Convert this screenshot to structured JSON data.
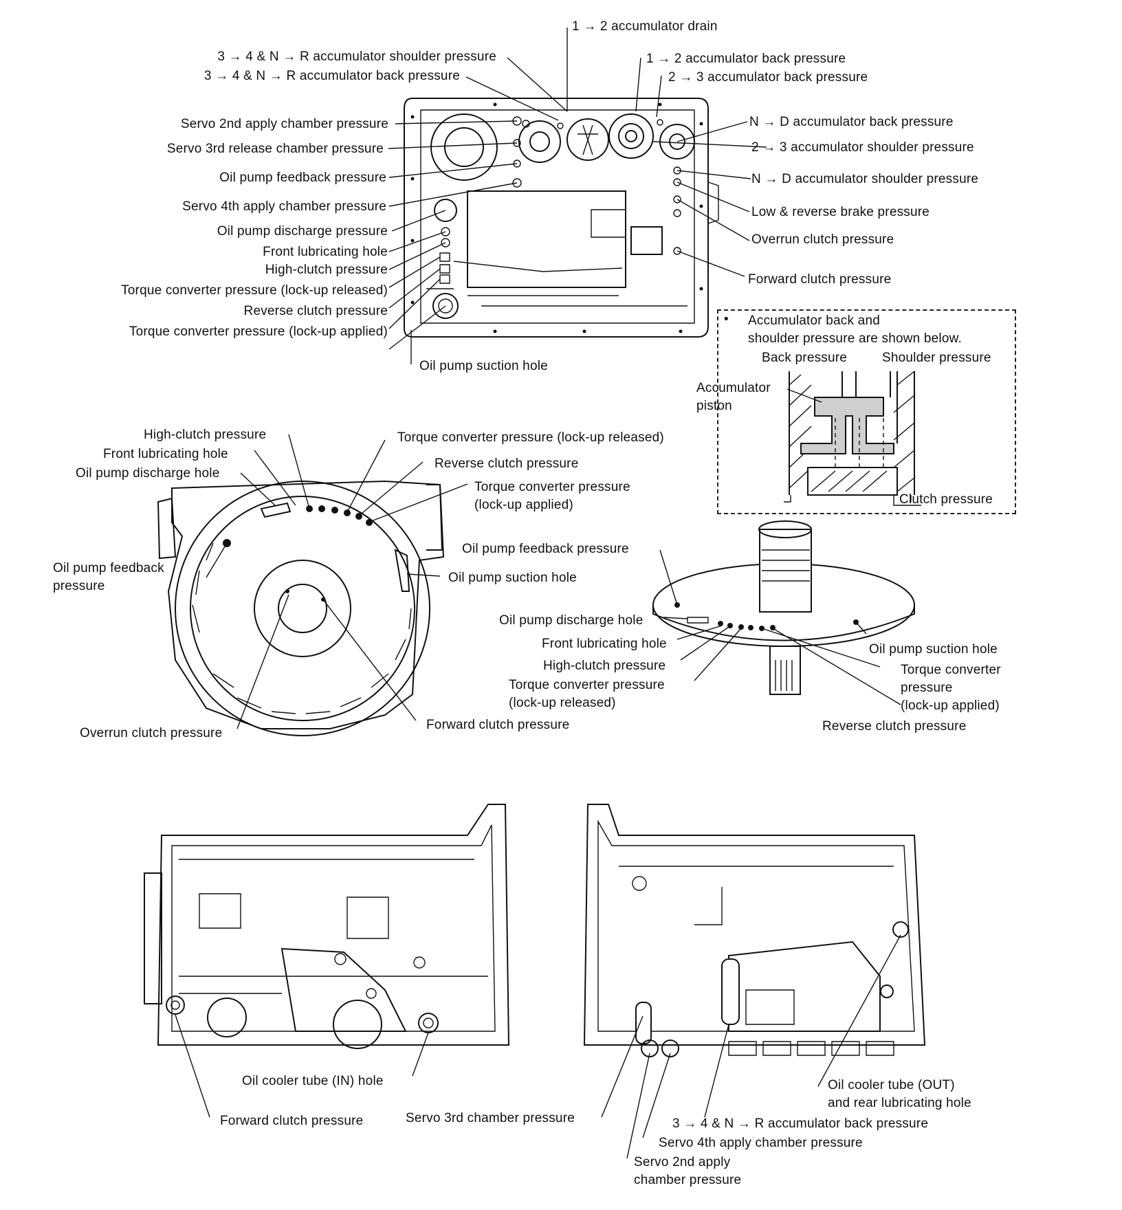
{
  "valve_body_labels": {
    "acc_1_2_drain": "1 → 2 accumulator drain",
    "acc_34nr_shoulder": "3 → 4 & N → R accumulator shoulder pressure",
    "acc_34nr_back": "3 → 4 & N → R accumulator back pressure",
    "acc_1_2_back": "1 → 2 accumulator back pressure",
    "acc_2_3_back": "2 → 3 accumulator back pressure",
    "servo_2nd_apply": "Servo 2nd apply chamber pressure",
    "servo_3rd_release": "Servo 3rd release chamber pressure",
    "oil_pump_feedback": "Oil pump feedback pressure",
    "servo_4th_apply": "Servo 4th apply chamber pressure",
    "oil_pump_discharge": "Oil pump discharge pressure",
    "front_lub": "Front lubricating hole",
    "high_clutch": "High-clutch pressure",
    "tc_released": "Torque converter pressure (lock-up released)",
    "reverse_clutch": "Reverse clutch pressure",
    "tc_applied": "Torque converter pressure (lock-up applied)",
    "nd_back": "N → D accumulator back pressure",
    "acc_2_3_shoulder": "2 → 3 accumulator shoulder pressure",
    "nd_shoulder": "N → D accumulator shoulder pressure",
    "low_reverse": "Low & reverse brake pressure",
    "overrun": "Overrun clutch pressure",
    "forward": "Forward clutch pressure",
    "suction": "Oil pump suction hole"
  },
  "accumulator_note": {
    "bullet": "•",
    "line1": "Accumulator back and",
    "line2": "shoulder pressure are shown below.",
    "back": "Back pressure",
    "shoulder": "Shoulder pressure",
    "piston_line1": "Accumulator",
    "piston_line2": "piston",
    "clutch": "Clutch pressure"
  },
  "housing_labels": {
    "high_clutch": "High-clutch pressure",
    "front_lub": "Front lubricating hole",
    "discharge": "Oil pump discharge hole",
    "feedback_line1": "Oil pump feedback",
    "feedback_line2": "pressure",
    "tc_released": "Torque converter pressure (lock-up released)",
    "reverse": "Reverse clutch pressure",
    "tc_applied_line1": "Torque converter pressure",
    "tc_applied_line2": "(lock-up applied)",
    "suction": "Oil pump suction hole",
    "overrun": "Overrun clutch pressure",
    "forward": "Forward clutch pressure"
  },
  "pump_labels": {
    "feedback": "Oil pump feedback pressure",
    "discharge": "Oil pump discharge hole",
    "front_lub": "Front lubricating hole",
    "high_clutch": "High-clutch pressure",
    "tc_released_line1": "Torque converter pressure",
    "tc_released_line2": "(lock-up released)",
    "suction": "Oil pump suction hole",
    "tc_applied_line1": "Torque converter",
    "tc_applied_line2": "pressure",
    "tc_applied_line3": "(lock-up applied)",
    "reverse": "Reverse clutch pressure"
  },
  "case_labels": {
    "cooler_in": "Oil cooler tube (IN) hole",
    "forward": "Forward clutch pressure",
    "servo_3rd": "Servo 3rd chamber pressure",
    "cooler_out_line1": "Oil cooler tube (OUT)",
    "cooler_out_line2": "and rear lubricating hole",
    "acc_back": "3 → 4 & N → R accumulator back pressure",
    "servo_4th": "Servo 4th apply chamber pressure",
    "servo_2nd_line1": "Servo 2nd apply",
    "servo_2nd_line2": "chamber pressure"
  }
}
